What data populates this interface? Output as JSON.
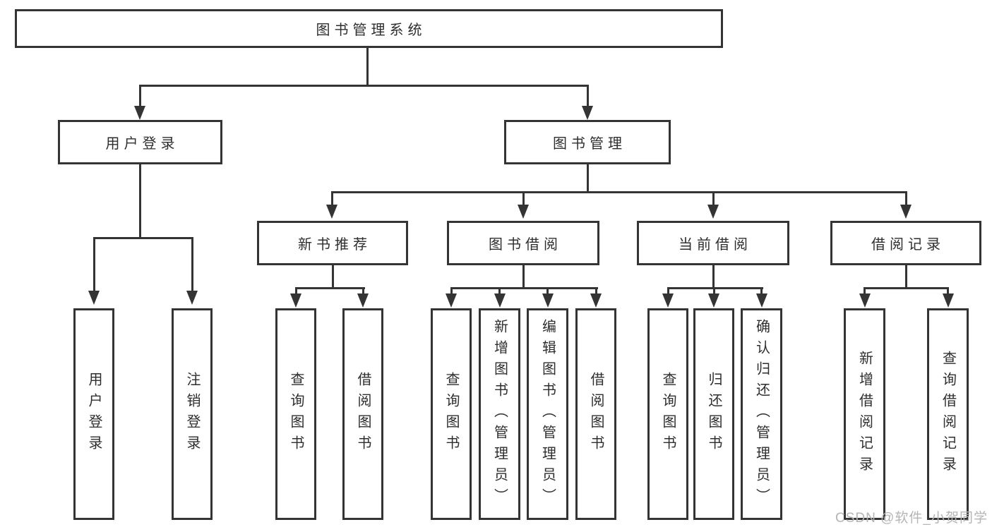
{
  "diagram": {
    "root": {
      "label": "图书管理系统"
    },
    "level2": [
      {
        "label": "用户登录"
      },
      {
        "label": "图书管理"
      }
    ],
    "level3": [
      {
        "label": "新书推荐"
      },
      {
        "label": "图书借阅"
      },
      {
        "label": "当前借阅"
      },
      {
        "label": "借阅记录"
      }
    ],
    "leaves": {
      "user_login": [
        "用户登录",
        "注销登录"
      ],
      "new_books": [
        "查询图书",
        "借阅图书"
      ],
      "book_borrow": [
        "查询图书",
        "新增图书（管理员）",
        "编辑图书（管理员）",
        "借阅图书"
      ],
      "current_borrow": [
        "查询图书",
        "归还图书",
        "确认归还（管理员）"
      ],
      "borrow_records": [
        "新增借阅记录",
        "查询借阅记录"
      ]
    },
    "watermark": "CSDN @软件_小贺同学",
    "colors": {
      "line": "#343434",
      "text": "#2e2e2e",
      "watermark_text": "#b5b5b5",
      "background": "#ffffff"
    }
  }
}
